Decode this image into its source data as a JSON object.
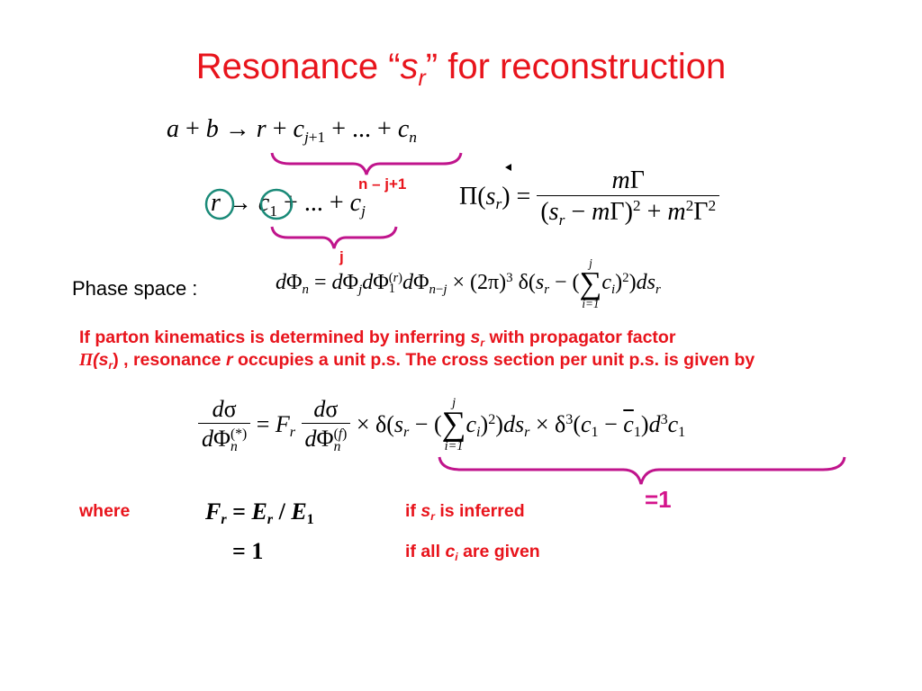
{
  "slide": {
    "title_before": "Resonance “",
    "title_var": "s",
    "title_sub": "r",
    "title_after": "” for reconstruction"
  },
  "labels": {
    "n_minus_j": "n – j+1",
    "j": "j",
    "phase_space": "Phase space :",
    "paragraph_1": "If parton kinematics is determined by inferring ",
    "paragraph_sr": "s",
    "paragraph_sr_sub": "r",
    "paragraph_2": " with propagator factor",
    "paragraph_pi": "Π",
    "paragraph_pi_arg": "(s",
    "paragraph_pi_sub": "r",
    "paragraph_3": ") , resonance ",
    "paragraph_r": "r",
    "paragraph_4": " occupies a unit p.s. The cross section per unit p.s. is given by",
    "equals_one": "=1",
    "where": "where",
    "if_sr_1": "if ",
    "if_sr_var": "s",
    "if_sr_sub": "r",
    "if_sr_2": " is inferred",
    "if_all_1": "if all ",
    "if_all_var": "c",
    "if_all_sub": "i",
    "if_all_2": " are given"
  },
  "equations": {
    "reaction": "a + b → r + c j+1 + ... + c n",
    "decay": "r → c 1 + ... + c j",
    "propagator": "Π(s r) = mΓ / ((s r − mΓ)^2 + m^2 Γ^2)",
    "phase_space": "dΦ n = dΦ j dΦ 1 (r) dΦ n−j × (2π)^3 δ(s r − (Σ i=1..j c i)^2) ds r",
    "cross_section": "dσ/dΦ n (*) = F r dσ/dΦ n (f) × δ(s r − (Σ i=1..j c i)^2) ds r × δ^3(c 1 − c̄ 1) d^3 c 1",
    "fr_def": "F r = E r / E 1",
    "fr_one": "= 1"
  },
  "colors": {
    "title": "#e8141c",
    "text": "#e8141c",
    "brace": "#c0148c",
    "circle": "#1a8a78",
    "equals_one": "#d4148c"
  }
}
